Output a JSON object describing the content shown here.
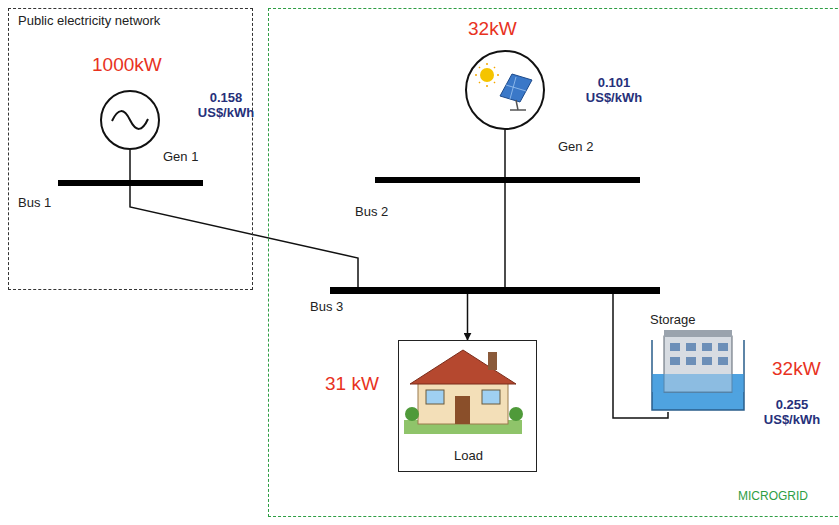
{
  "diagram": {
    "nodes": [
      {
        "text": [
          "Public electricity network"
        ]
      },
      {
        "text": [
          "1000kW",
          "0.158 US$/kWh",
          "Gen 1"
        ],
        "in": 0
      },
      {
        "text": [
          "Bus 1"
        ],
        "in": 0
      },
      {
        "text": [
          "MICROGRID"
        ]
      },
      {
        "text": [
          "32kW",
          "0.101 US$/kWh",
          "Gen 2"
        ],
        "in": 3
      },
      {
        "text": [
          "Bus 2"
        ],
        "in": 3
      },
      {
        "text": [
          "Bus 3"
        ],
        "in": 3
      },
      {
        "text": [
          "31 kW",
          "Load"
        ],
        "in": 3
      },
      {
        "text": [
          "Storage",
          "32kW",
          "0.255 US$/kWh"
        ],
        "in": 3
      }
    ],
    "edges": [
      {
        "from": 1,
        "to": 2,
        "arrow": "none"
      },
      {
        "from": 2,
        "to": 6,
        "arrow": "none"
      },
      {
        "from": 4,
        "to": 5,
        "arrow": "none"
      },
      {
        "from": 5,
        "to": 6,
        "arrow": "none"
      },
      {
        "from": 6,
        "to": 7,
        "arrow": "to"
      },
      {
        "from": 6,
        "to": 8,
        "arrow": "none"
      }
    ]
  }
}
